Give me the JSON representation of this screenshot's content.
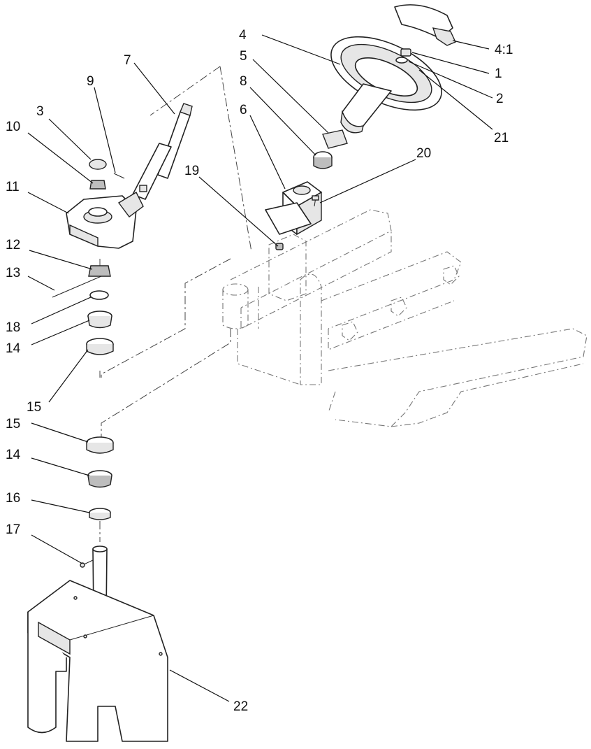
{
  "callouts": [
    {
      "id": "4",
      "label": "4"
    },
    {
      "id": "4-1",
      "label": "4:1"
    },
    {
      "id": "1",
      "label": "1"
    },
    {
      "id": "2",
      "label": "2"
    },
    {
      "id": "21",
      "label": "21"
    },
    {
      "id": "5",
      "label": "5"
    },
    {
      "id": "8",
      "label": "8"
    },
    {
      "id": "6",
      "label": "6"
    },
    {
      "id": "20",
      "label": "20"
    },
    {
      "id": "7",
      "label": "7"
    },
    {
      "id": "9",
      "label": "9"
    },
    {
      "id": "3",
      "label": "3"
    },
    {
      "id": "10",
      "label": "10"
    },
    {
      "id": "11",
      "label": "11"
    },
    {
      "id": "19",
      "label": "19"
    },
    {
      "id": "12",
      "label": "12"
    },
    {
      "id": "13",
      "label": "13"
    },
    {
      "id": "18",
      "label": "18"
    },
    {
      "id": "14a",
      "label": "14"
    },
    {
      "id": "15a",
      "label": "15"
    },
    {
      "id": "15b",
      "label": "15"
    },
    {
      "id": "14b",
      "label": "14"
    },
    {
      "id": "16",
      "label": "16"
    },
    {
      "id": "17",
      "label": "17"
    },
    {
      "id": "22",
      "label": "22"
    }
  ]
}
